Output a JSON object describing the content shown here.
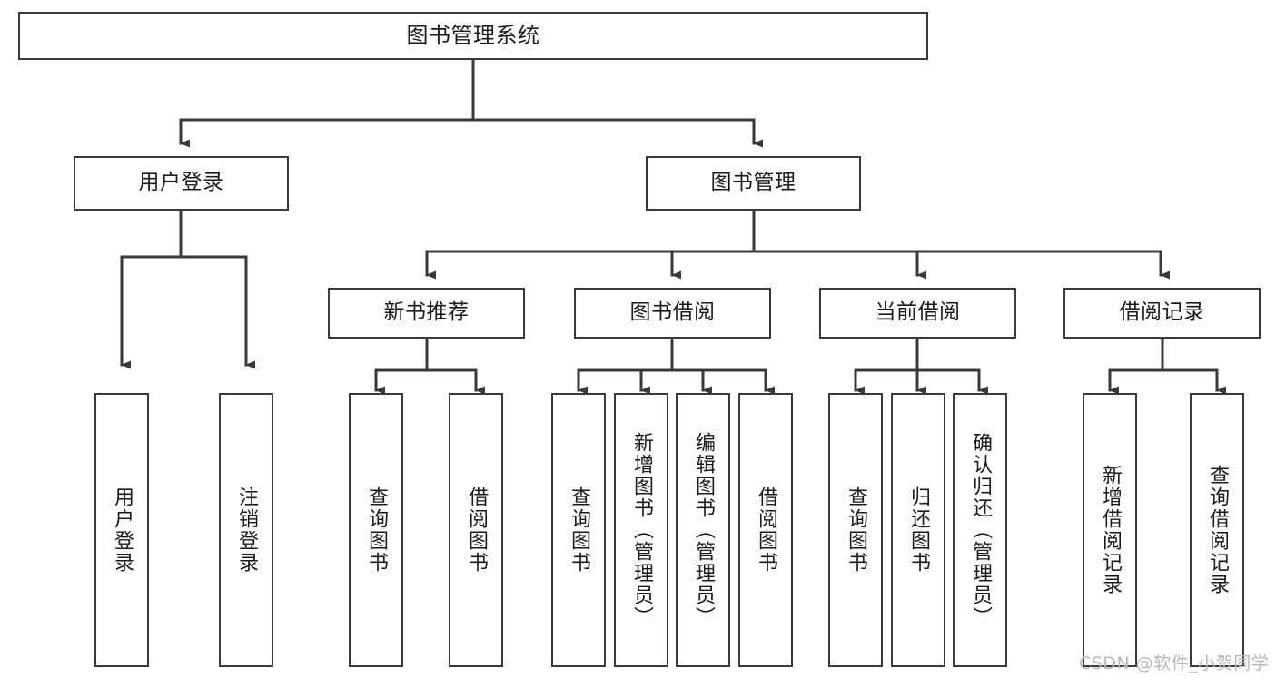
{
  "diagram": {
    "type": "tree-hierarchy-chart",
    "title": "图书管理系统",
    "stroke_color": "#3a3a3a",
    "background_color": "#ffffff",
    "text_color": "#1a1a1a",
    "root": {
      "id": "root",
      "label": "图书管理系统"
    },
    "level2": [
      {
        "id": "user-login",
        "label": "用户登录"
      },
      {
        "id": "book-manage",
        "label": "图书管理"
      }
    ],
    "level3": [
      {
        "id": "new-book-rec",
        "label": "新书推荐"
      },
      {
        "id": "book-borrow",
        "label": "图书借阅"
      },
      {
        "id": "current-borrow",
        "label": "当前借阅"
      },
      {
        "id": "borrow-record",
        "label": "借阅记录"
      }
    ],
    "leaves": {
      "user_login": [
        {
          "id": "leaf-user-login",
          "label": "用户登录"
        },
        {
          "id": "leaf-logout-login",
          "label": "注销登录"
        }
      ],
      "new_book_rec": [
        {
          "id": "leaf-query-book-1",
          "label": "查询图书"
        },
        {
          "id": "leaf-borrow-book-1",
          "label": "借阅图书"
        }
      ],
      "book_borrow": [
        {
          "id": "leaf-query-book-2",
          "label": "查询图书"
        },
        {
          "id": "leaf-add-book",
          "label": "新增图书（管理员）"
        },
        {
          "id": "leaf-edit-book",
          "label": "编辑图书（管理员）"
        },
        {
          "id": "leaf-borrow-book-2",
          "label": "借阅图书"
        }
      ],
      "current_borrow": [
        {
          "id": "leaf-query-book-3",
          "label": "查询图书"
        },
        {
          "id": "leaf-return-book",
          "label": "归还图书"
        },
        {
          "id": "leaf-confirm-return",
          "label": "确认归还（管理员）"
        }
      ],
      "borrow_record": [
        {
          "id": "leaf-add-record",
          "label": "新增借阅记录"
        },
        {
          "id": "leaf-query-record",
          "label": "查询借阅记录"
        }
      ]
    }
  },
  "watermark": {
    "text": "CSDN @软件_小贺同学",
    "color": "#b9b9b9"
  }
}
